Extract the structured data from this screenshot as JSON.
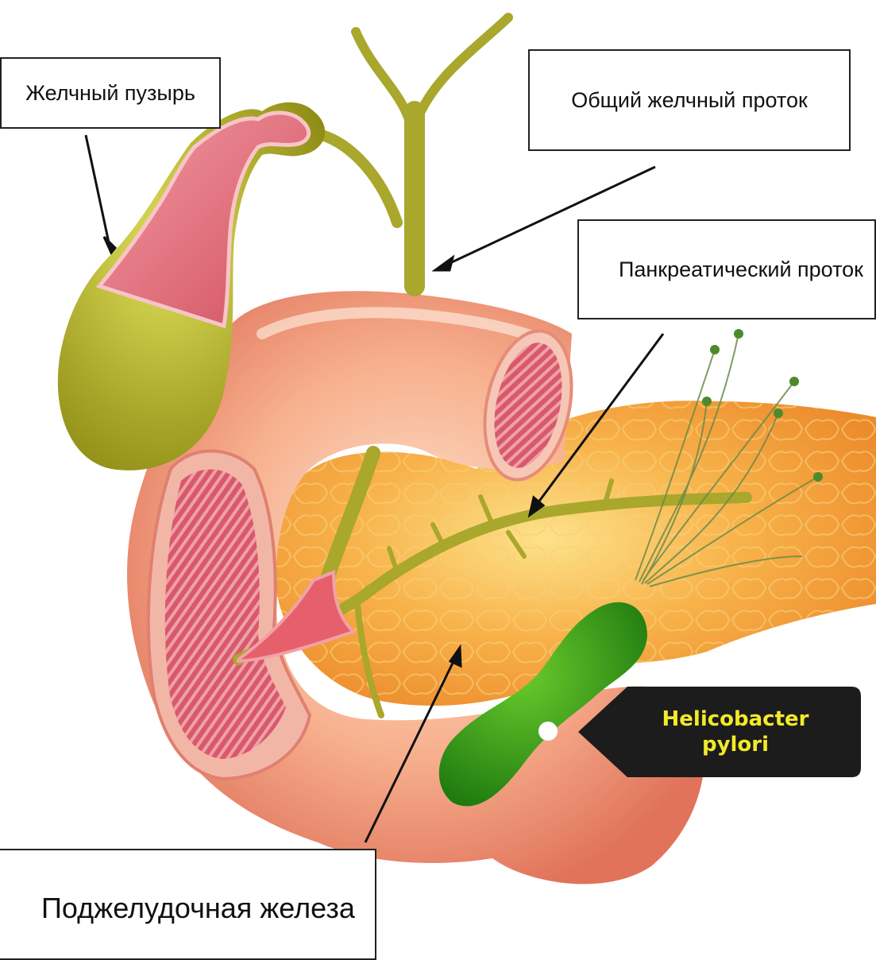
{
  "labels": {
    "gallbladder": "Желчный пузырь",
    "common_bile_duct": "Общий желчный проток",
    "pancreatic_duct": "Панкреатический проток",
    "pancreas": "Поджелудочная железа",
    "bacterium_line1": "Helicobacter",
    "bacterium_line2": "pylori"
  },
  "colors": {
    "duodenum": "#f4a07c",
    "duodenum_highlight": "#fde1cc",
    "gallbladder_wall": "#b4b422",
    "gallbladder_inner": "#e2707e",
    "pancreas": "#f6a73a",
    "duct": "#b6b43c",
    "bacterium": "#3aa018",
    "callout_bg": "#1c1c1c",
    "callout_text": "#f3ea2a"
  }
}
